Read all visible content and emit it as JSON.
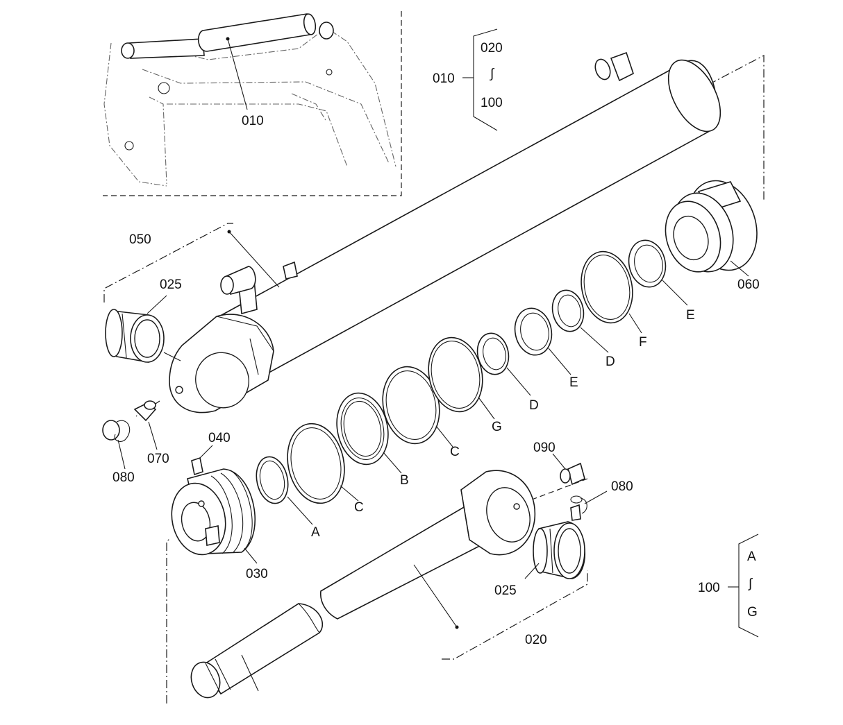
{
  "inset": {
    "callout": "010"
  },
  "range_010": {
    "id": "010",
    "from": "020",
    "tilde": "∫",
    "to": "100"
  },
  "range_100": {
    "id": "100",
    "from": "A",
    "tilde": "∫",
    "to": "G"
  },
  "callouts": {
    "p050": "050",
    "p025_top": "025",
    "p060": "060",
    "p070": "070",
    "p080_left": "080",
    "p040": "040",
    "p030": "030",
    "p090": "090",
    "p080_right": "080",
    "p025_bottom": "025",
    "p020": "020"
  },
  "seal_letters": {
    "a": "A",
    "c1": "C",
    "b": "B",
    "c2": "C",
    "g": "G",
    "d1": "D",
    "e1": "E",
    "d2": "D",
    "f": "F",
    "e2": "E"
  }
}
